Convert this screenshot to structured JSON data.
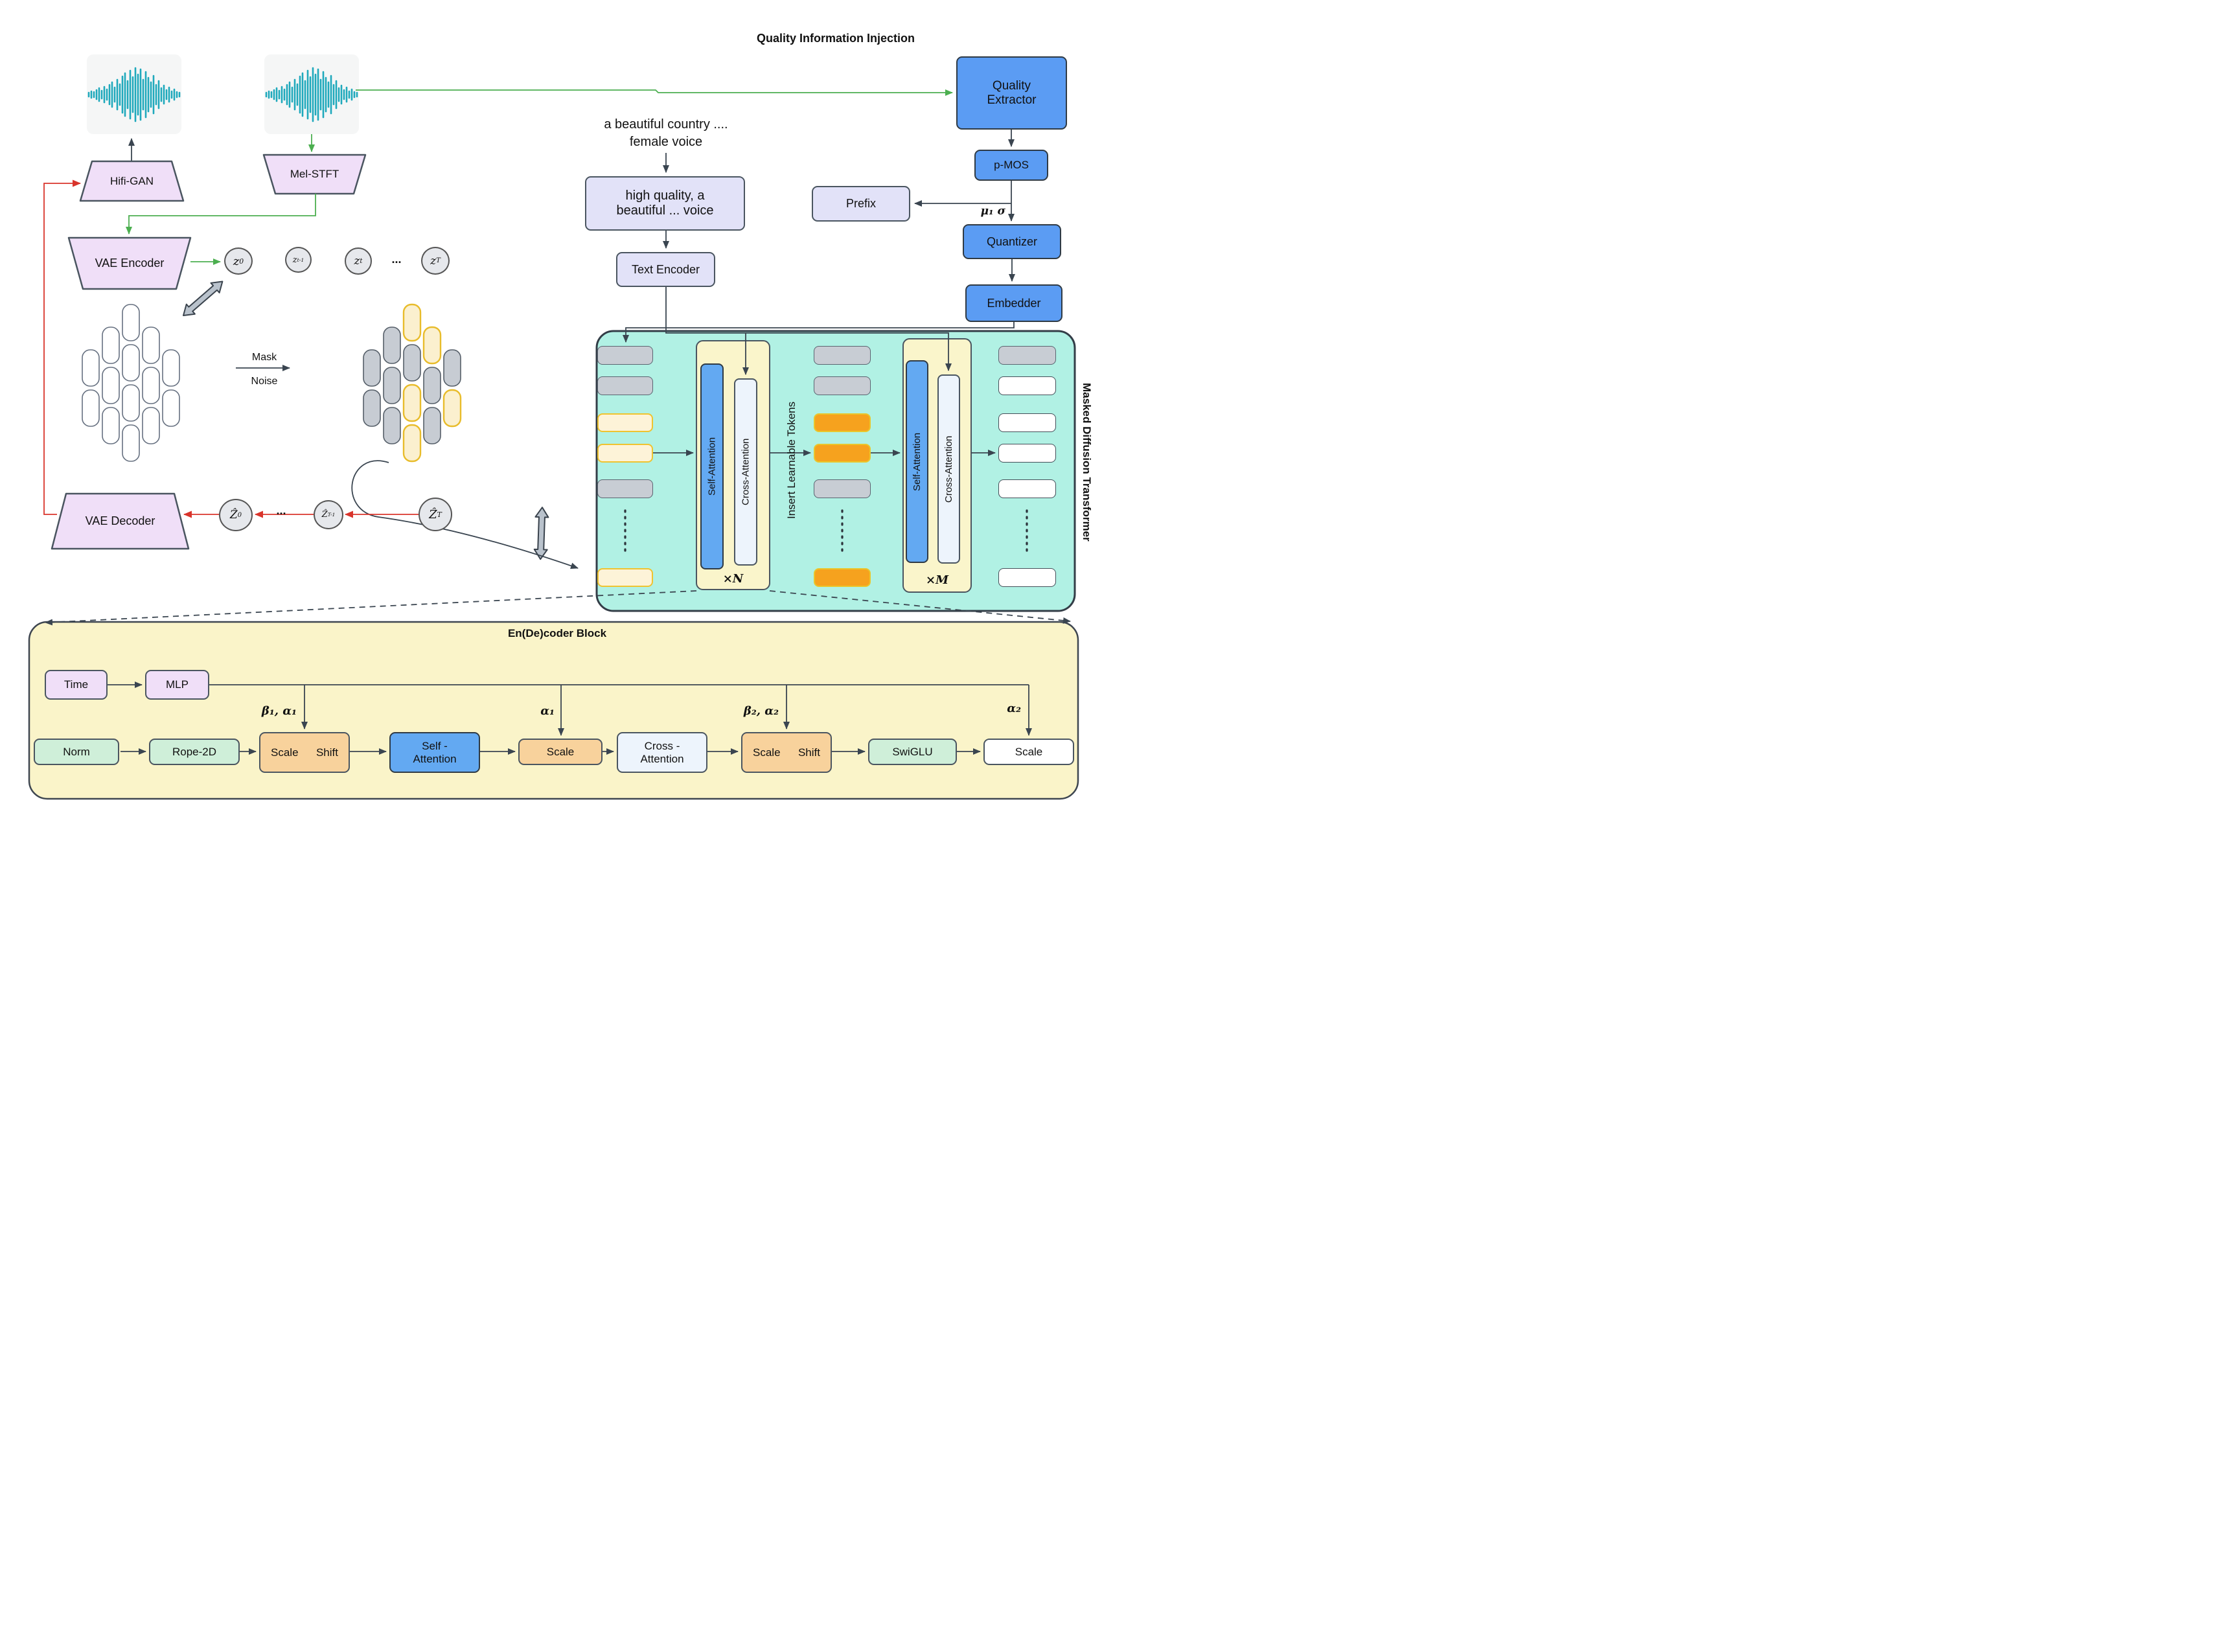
{
  "header": {
    "quality_injection_title": "Quality Information Injection"
  },
  "colors": {
    "teal_bg": "#B1F1E4",
    "panel_yellow": "#FAF5CB",
    "block_yellow": "#FAF4C9",
    "blue_box": "#5B9CF3",
    "lavender_box": "#E2E2F8",
    "purple_box": "#F0DFF8",
    "orange_token": "#F6A21E",
    "cream_token": "#FDF3D8",
    "gray_token": "#C8CDD4",
    "green_arrow": "#4CAF50",
    "red_arrow": "#D9342B",
    "waveform_teal": "#1FA9BC"
  },
  "audio_branch": {
    "hifi_gan": "Hifi-GAN",
    "mel_stft": "Mel-STFT",
    "vae_encoder": "VAE Encoder",
    "vae_decoder": "VAE Decoder",
    "mask_label": "Mask",
    "noise_label": "Noise",
    "dots": "...",
    "latents": {
      "z0": {
        "base": "z",
        "sub": "0"
      },
      "zt_minus_1": {
        "base": "z",
        "sub": "t-1"
      },
      "zt": {
        "base": "z",
        "sub": "t"
      },
      "zT": {
        "base": "z",
        "sub": "T"
      },
      "zhat0": {
        "base": "Ẑ",
        "sub": "0"
      },
      "zhatT_minus_1": {
        "base": "Ẑ",
        "sub": "T-1"
      },
      "zhatT": {
        "base": "Ẑ",
        "sub": "T"
      }
    }
  },
  "text_branch": {
    "prompt_line1": "a beautiful country ....",
    "prompt_line2": "female voice",
    "quality_prompt_line1": "high quality, a",
    "quality_prompt_line2": "beautiful ... voice",
    "text_encoder": "Text Encoder"
  },
  "quality_branch": {
    "quality_extractor_line1": "Quality",
    "quality_extractor_line2": "Extractor",
    "p_mos": "p-MOS",
    "prefix": "Prefix",
    "mu_sigma": "μ₁ σ",
    "quantizer": "Quantizer",
    "embedder": "Embedder"
  },
  "mdt": {
    "side_label": "Masked Diffusion Transformer",
    "insert_learnable_tokens": "Insert Learnable Tokens",
    "encoder_self_attention": "Self-Attention",
    "encoder_cross_attention": "Cross-Attention",
    "decoder_self_attention": "Self-Attention",
    "decoder_cross_attention": "Cross-Attention",
    "times_n": "×N",
    "times_m": "×M"
  },
  "endecoder_block": {
    "title": "En(De)coder Block",
    "time": "Time",
    "mlp": "MLP",
    "norm": "Norm",
    "rope_2d": "Rope-2D",
    "scale_shift_1": {
      "scale": "Scale",
      "shift": "Shift"
    },
    "self_attention_line1": "Self -",
    "self_attention_line2": "Attention",
    "scale_1": "Scale",
    "cross_attention_line1": "Cross -",
    "cross_attention_line2": "Attention",
    "scale_shift_2": {
      "scale": "Scale",
      "shift": "Shift"
    },
    "swiglu": "SwiGLU",
    "scale_2": "Scale",
    "beta1_alpha1": "β₁, α₁",
    "alpha1": "α₁",
    "beta2_alpha2": "β₂, α₂",
    "alpha2": "α₂"
  }
}
